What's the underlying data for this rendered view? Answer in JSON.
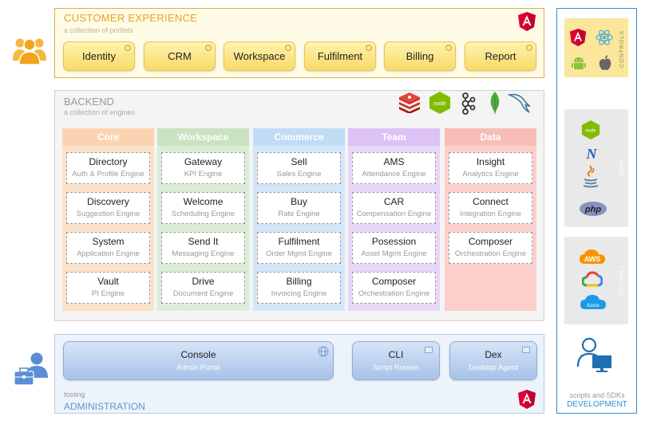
{
  "customer_experience": {
    "title": "CUSTOMER EXPERIENCE",
    "subtitle": "a collection of portlets",
    "portlets": [
      "Identity",
      "CRM",
      "Workspace",
      "Fulfilment",
      "Billing",
      "Report"
    ]
  },
  "backend": {
    "title": "BACKEND",
    "subtitle": "a collection of engines",
    "columns": [
      {
        "header": "Core",
        "color": "#f9d4b4",
        "head_color": "#f9d4b4",
        "engines": [
          {
            "name": "Directory",
            "sub": "Auth & Profile Engine"
          },
          {
            "name": "Discovery",
            "sub": "Suggestion Engine"
          },
          {
            "name": "System",
            "sub": "Application Engine"
          },
          {
            "name": "Vault",
            "sub": "PI Engine"
          }
        ]
      },
      {
        "header": "Workspace",
        "color": "#d2e9cc",
        "engines": [
          {
            "name": "Gateway",
            "sub": "KPI Engine"
          },
          {
            "name": "Welcome",
            "sub": "Scheduling Engine"
          },
          {
            "name": "Send It",
            "sub": "Messaging Engine"
          },
          {
            "name": "Drive",
            "sub": "Document Engine"
          }
        ]
      },
      {
        "header": "Commerce",
        "color": "#cbe2f5",
        "engines": [
          {
            "name": "Sell",
            "sub": "Sales Engine"
          },
          {
            "name": "Buy",
            "sub": "Rate Engine"
          },
          {
            "name": "Fulfilment",
            "sub": "Order Mgmt Engine"
          },
          {
            "name": "Billing",
            "sub": "Invoicing Engine"
          }
        ]
      },
      {
        "header": "Team",
        "color": "#e2cdf5",
        "engines": [
          {
            "name": "AMS",
            "sub": "Attendance Engine"
          },
          {
            "name": "CAR",
            "sub": "Compensation Engine"
          },
          {
            "name": "Posession",
            "sub": "Asset Mgmt Engine"
          },
          {
            "name": "Composer",
            "sub": "Orchestration Engine"
          }
        ]
      },
      {
        "header": "Data",
        "color": "#f9c9c4",
        "engines": [
          {
            "name": "Insight",
            "sub": "Analytics Engine"
          },
          {
            "name": "Connect",
            "sub": "Integration Engine"
          },
          {
            "name": "Composer",
            "sub": "Orchestration Engine"
          }
        ]
      }
    ]
  },
  "administration": {
    "tool_label": "tooling",
    "title": "ADMINISTRATION",
    "items": [
      {
        "name": "Console",
        "sub": "Admin Portal"
      },
      {
        "name": "CLI",
        "sub": "Script Runner"
      },
      {
        "name": "Dex",
        "sub": "Desktop Agent"
      }
    ]
  },
  "development": {
    "controls_label": "CONTROLS",
    "sdks_label": "SDKs",
    "hosting_label": "HOSTING",
    "footer": "scripts and SDKs",
    "title": "DEVELOPMENT"
  },
  "icon_text": {
    "php": "php",
    "aws": "AWS",
    "azure": "Azure",
    "node": "node",
    "dotnet": "N"
  }
}
